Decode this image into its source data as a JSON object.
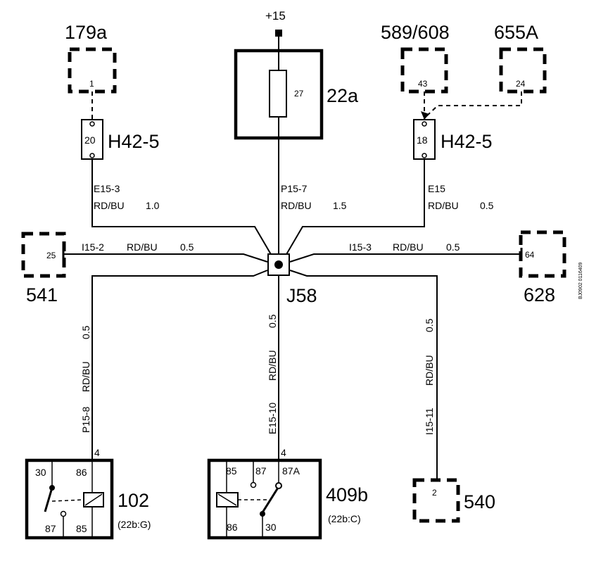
{
  "supply": {
    "label": "+15"
  },
  "fuse": {
    "pin": "27",
    "name": "22a"
  },
  "top_connectors": {
    "c179a": {
      "name": "179a",
      "pin": "1"
    },
    "c589": {
      "name": "589/608",
      "pin": "43"
    },
    "c655": {
      "name": "655A",
      "pin": "24"
    }
  },
  "connector_h42_left": {
    "name": "H42-5",
    "pin": "20"
  },
  "connector_h42_right": {
    "name": "H42-5",
    "pin": "18"
  },
  "wires": {
    "left_top": {
      "id": "E15-3",
      "color": "RD/BU",
      "size": "1.0"
    },
    "center_top": {
      "id": "P15-7",
      "color": "RD/BU",
      "size": "1.5"
    },
    "right_top": {
      "id": "E15",
      "color": "RD/BU",
      "size": "0.5"
    },
    "left_h": {
      "id": "I15-2",
      "color": "RD/BU",
      "size": "0.5"
    },
    "right_h": {
      "id": "I15-3",
      "color": "RD/BU",
      "size": "0.5"
    },
    "down_left": {
      "id": "P15-8",
      "color": "RD/BU",
      "size": "0.5"
    },
    "down_center": {
      "id": "E15-10",
      "color": "RD/BU",
      "size": "0.5"
    },
    "down_right": {
      "id": "I15-11",
      "color": "RD/BU",
      "size": "0.5"
    }
  },
  "splice": {
    "name": "J58"
  },
  "side_connectors": {
    "c541": {
      "name": "541",
      "pin": "25"
    },
    "c628": {
      "name": "628",
      "pin": "64"
    }
  },
  "relay_102": {
    "name": "102",
    "location": "(22b:G)",
    "pin_in": "4",
    "t30": "30",
    "t86": "86",
    "t87": "87",
    "t85": "85"
  },
  "relay_409b": {
    "name": "409b",
    "location": "(22b:C)",
    "pin_in": "4",
    "t85": "85",
    "t87": "87",
    "t87a": "87A",
    "t86": "86",
    "t30": "30"
  },
  "connector_540": {
    "name": "540",
    "pin": "2"
  },
  "drawing_id": "BJ0902 0116409"
}
